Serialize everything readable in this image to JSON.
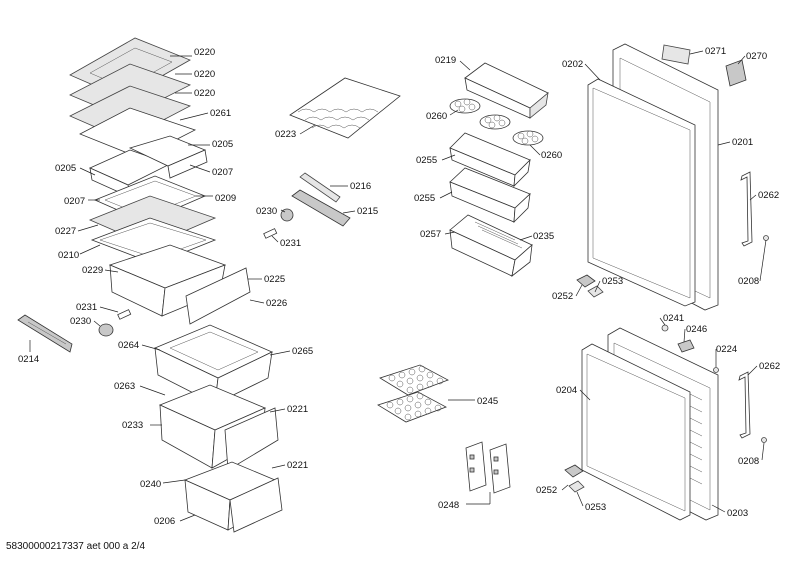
{
  "part_numbers": {
    "p0220a": "0220",
    "p0220b": "0220",
    "p0220c": "0220",
    "p0261": "0261",
    "p0205a": "0205",
    "p0205b": "0205",
    "p0207a": "0207",
    "p0207b": "0207",
    "p0209": "0209",
    "p0227": "0227",
    "p0210": "0210",
    "p0229": "0229",
    "p0225": "0225",
    "p0226": "0226",
    "p0231a": "0231",
    "p0230a": "0230",
    "p0214": "0214",
    "p0223": "0223",
    "p0216": "0216",
    "p0230b": "0230",
    "p0215": "0215",
    "p0231b": "0231",
    "p0264": "0264",
    "p0265": "0265",
    "p0263": "0263",
    "p0233": "0233",
    "p0221a": "0221",
    "p0221b": "0221",
    "p0240": "0240",
    "p0206": "0206",
    "p0219": "0219",
    "p0260a": "0260",
    "p0260b": "0260",
    "p0255a": "0255",
    "p0255b": "0255",
    "p0257": "0257",
    "p0235": "0235",
    "p0245": "0245",
    "p0248": "0248",
    "p0202": "0202",
    "p0271": "0271",
    "p0270": "0270",
    "p0201": "0201",
    "p0262a": "0262",
    "p0208a": "0208",
    "p0252a": "0252",
    "p0253a": "0253",
    "p0241": "0241",
    "p0246": "0246",
    "p0224": "0224",
    "p0262b": "0262",
    "p0204": "0204",
    "p0208b": "0208",
    "p0252b": "0252",
    "p0253b": "0253",
    "p0203": "0203"
  },
  "footer": {
    "text": "58300000217337 aet 000 a 2/4"
  }
}
